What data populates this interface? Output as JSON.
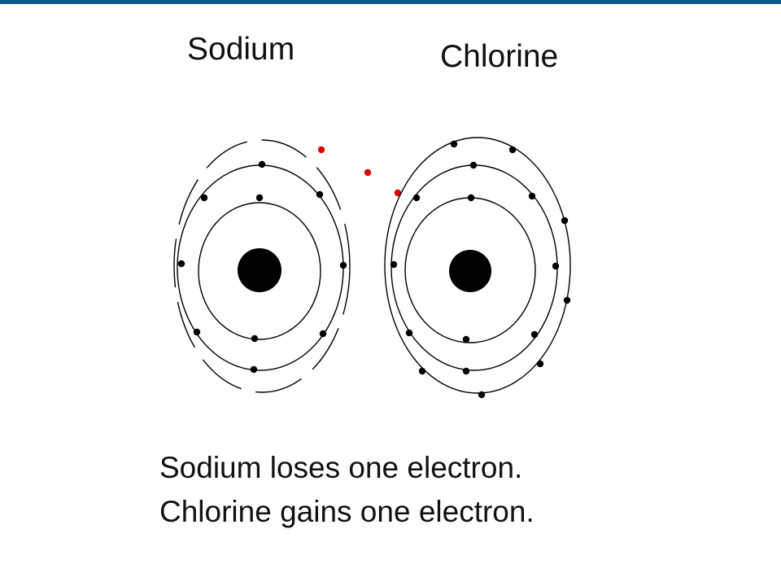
{
  "colors": {
    "top_bar": "#0c5a85",
    "line": "#000000",
    "electron": "#000000",
    "transferred_electron": "#e00000",
    "nucleus": "#000000"
  },
  "labels": {
    "sodium": "Sodium",
    "chlorine": "Chlorine"
  },
  "caption": {
    "line1": "Sodium loses one electron.",
    "line2": "Chlorine gains one electron."
  },
  "atoms": {
    "sodium": {
      "shells": 3,
      "electrons_per_shell": [
        2,
        8,
        1
      ],
      "outer_shell_style": "dashed"
    },
    "chlorine": {
      "shells": 3,
      "electrons_per_shell": [
        2,
        8,
        7
      ]
    }
  },
  "transferred_electrons_shown": 3
}
